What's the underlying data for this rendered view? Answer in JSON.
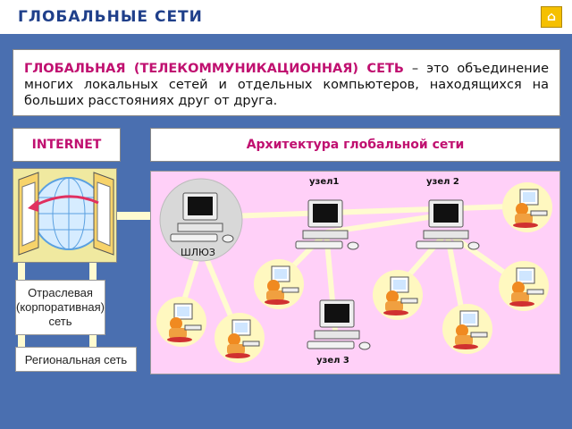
{
  "header": {
    "title": "ГЛОБАЛЬНЫЕ  СЕТИ",
    "home_label": "⌂"
  },
  "definition": {
    "term": "ГЛОБАЛЬНАЯ       (ТЕЛЕКОММУНИКАЦИОННАЯ)  СЕТЬ",
    "text": " – это объединение многих локальных сетей и отдельных компьютеров, находящихся на больших расстояниях  друг  от  друга."
  },
  "internet_label": "INTERNET",
  "architecture_label": "Архитектура  глобальной  сети",
  "left_labels": {
    "corporate": "Отраслевая\n(корпоративная)\nсеть",
    "regional": "Региональная сеть"
  },
  "nodes": {
    "gateway": "ШЛЮЗ",
    "node1": "узел1",
    "node2": "узел 2",
    "node3": "узел 3"
  },
  "colors": {
    "background": "#4a6fb0",
    "accent": "#c01070",
    "pink_area": "#ffd0f8",
    "link": "#fffbd0"
  }
}
